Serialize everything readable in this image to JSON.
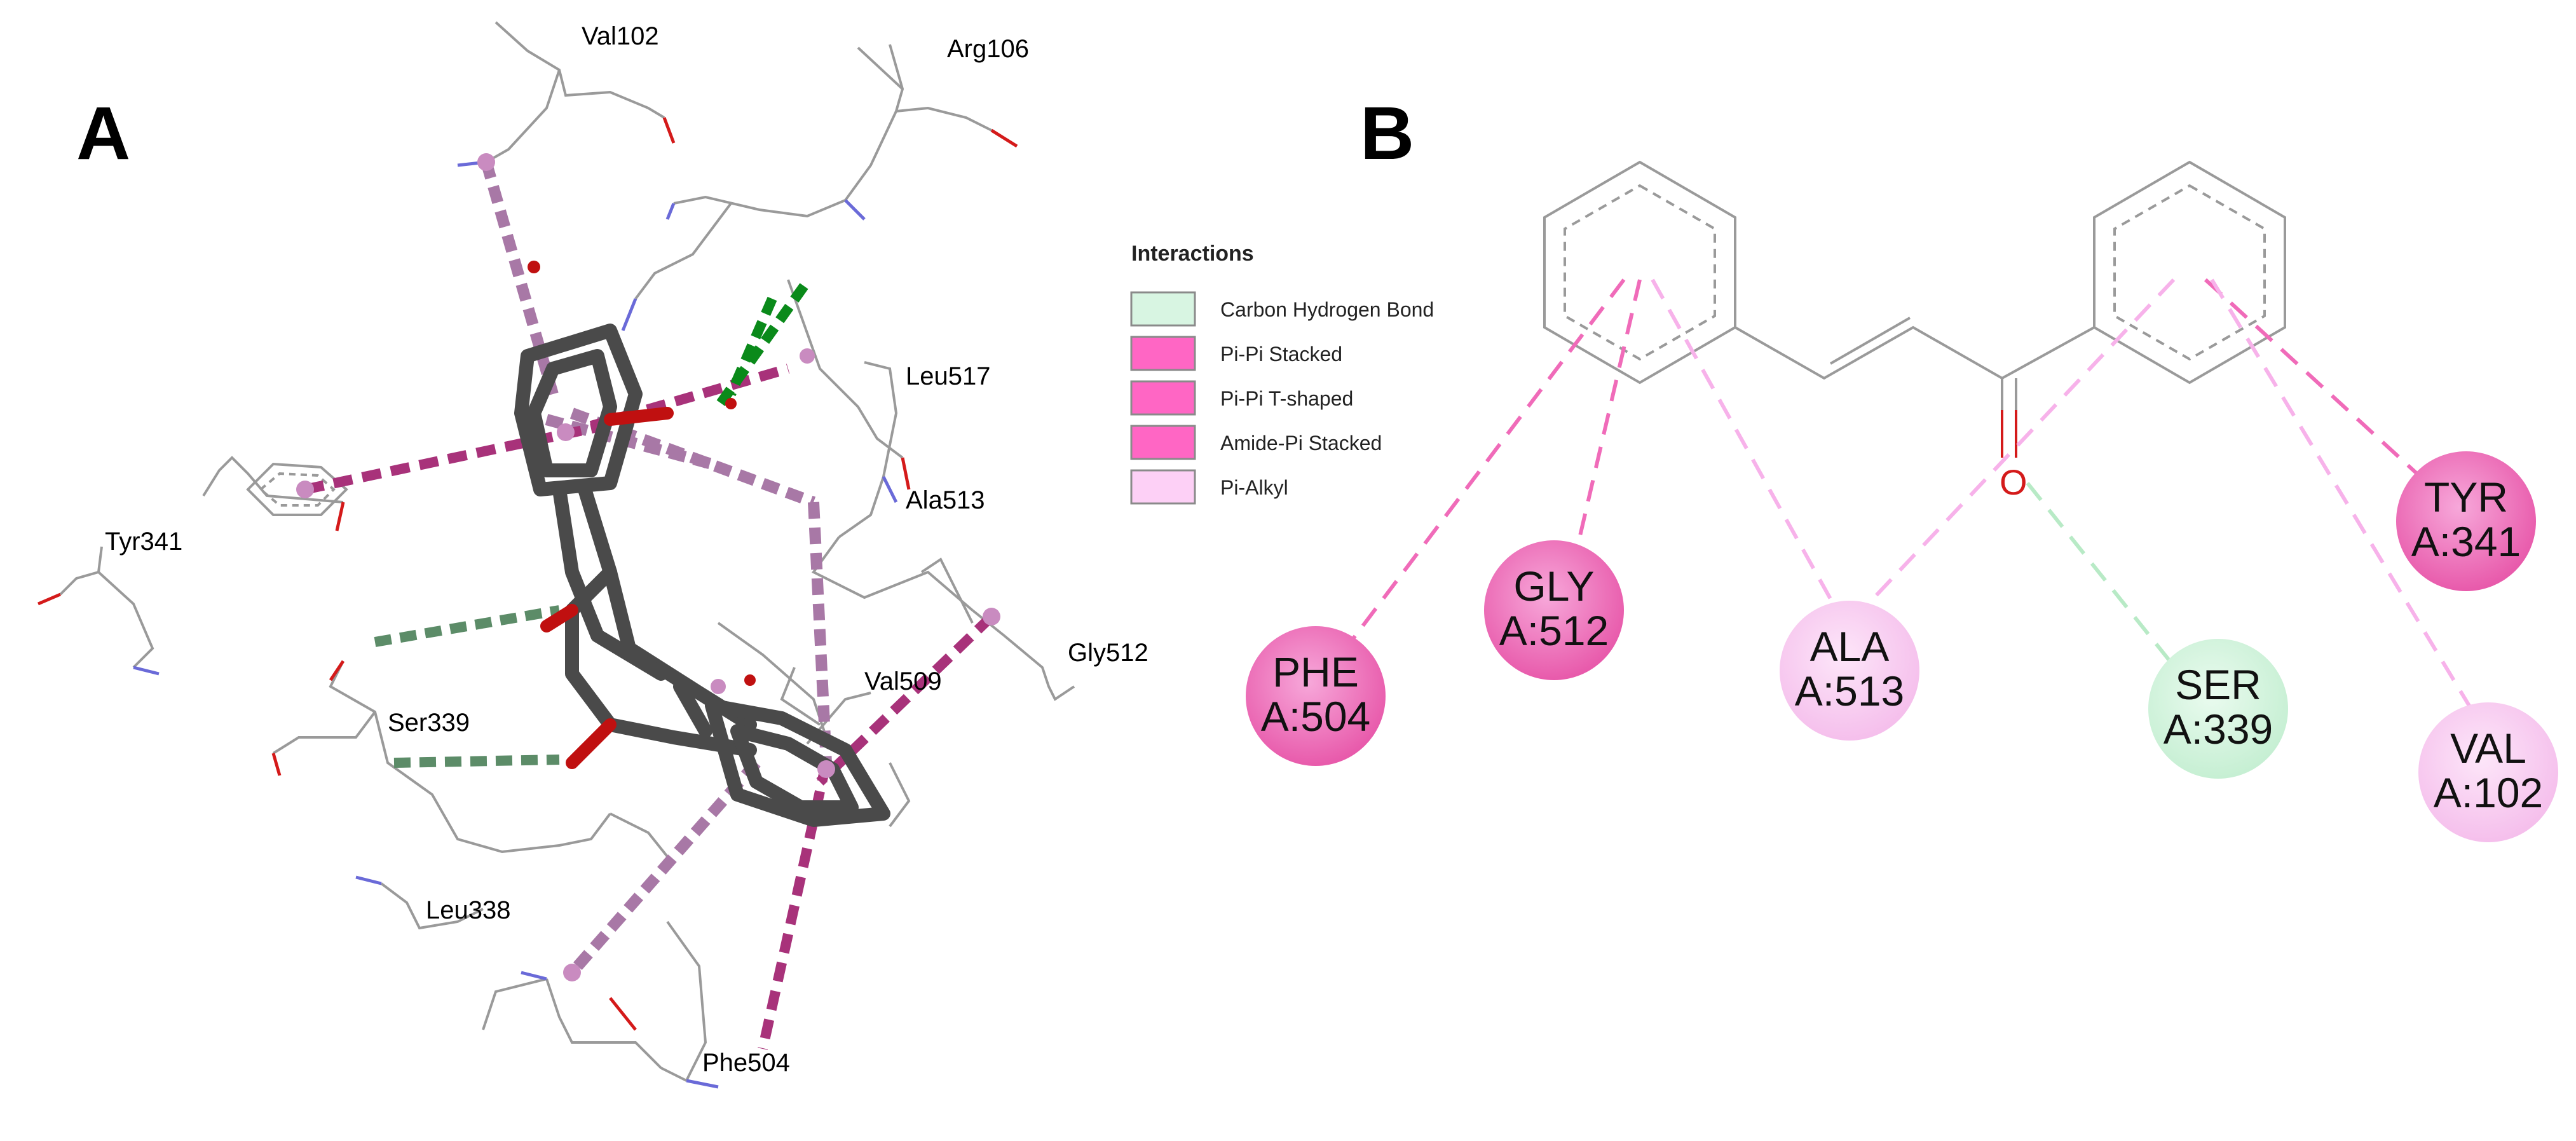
{
  "panel_a": {
    "label": "A",
    "residues": [
      {
        "id": "val102",
        "text": "Val102"
      },
      {
        "id": "arg106",
        "text": "Arg106"
      },
      {
        "id": "leu517",
        "text": "Leu517"
      },
      {
        "id": "ala513",
        "text": "Ala513"
      },
      {
        "id": "tyr341",
        "text": "Tyr341"
      },
      {
        "id": "val509",
        "text": "Val509"
      },
      {
        "id": "gly512",
        "text": "Gly512"
      },
      {
        "id": "ser339",
        "text": "Ser339"
      },
      {
        "id": "leu338",
        "text": "Leu338"
      },
      {
        "id": "phe504",
        "text": "Phe504"
      }
    ]
  },
  "legend": {
    "title": "Interactions",
    "items": [
      {
        "label": "Carbon Hydrogen Bond",
        "color": "#d8f5e2"
      },
      {
        "label": "Pi-Pi Stacked",
        "color": "#ff66c4"
      },
      {
        "label": "Pi-Pi T-shaped",
        "color": "#ff66c4"
      },
      {
        "label": "Amide-Pi Stacked",
        "color": "#ff66c4"
      },
      {
        "label": "Pi-Alkyl",
        "color": "#fdd0f6"
      }
    ]
  },
  "panel_b": {
    "label": "B",
    "oxygen_label": "O",
    "residues": [
      {
        "id": "phe504",
        "name": "PHE",
        "chain": "A:504",
        "type": "Pi-Pi T-shaped",
        "color": "#f06bb9"
      },
      {
        "id": "gly512",
        "name": "GLY",
        "chain": "A:512",
        "type": "Amide-Pi Stacked",
        "color": "#f06bb9"
      },
      {
        "id": "ala513",
        "name": "ALA",
        "chain": "A:513",
        "type": "Pi-Alkyl",
        "color": "#f7c6ef"
      },
      {
        "id": "ser339",
        "name": "SER",
        "chain": "A:339",
        "type": "Carbon Hydrogen Bond",
        "color": "#cdf2d8"
      },
      {
        "id": "tyr341",
        "name": "TYR",
        "chain": "A:341",
        "type": "Pi-Pi Stacked",
        "color": "#f06bb9"
      },
      {
        "id": "val102",
        "name": "VAL",
        "chain": "A:102",
        "type": "Pi-Alkyl",
        "color": "#f7c6ef"
      }
    ]
  },
  "colors": {
    "pi_magenta": "#a8327a",
    "pi_alkyl": "#a878a6",
    "h_bond_green": "#0a8a1a",
    "ch_bond_green": "#5c8c68",
    "ligand": "#4a4a4a",
    "oxygen_red": "#d41a1a",
    "nitrogen_blue": "#6a6ad8",
    "bond_gray": "#8a8a8a"
  }
}
